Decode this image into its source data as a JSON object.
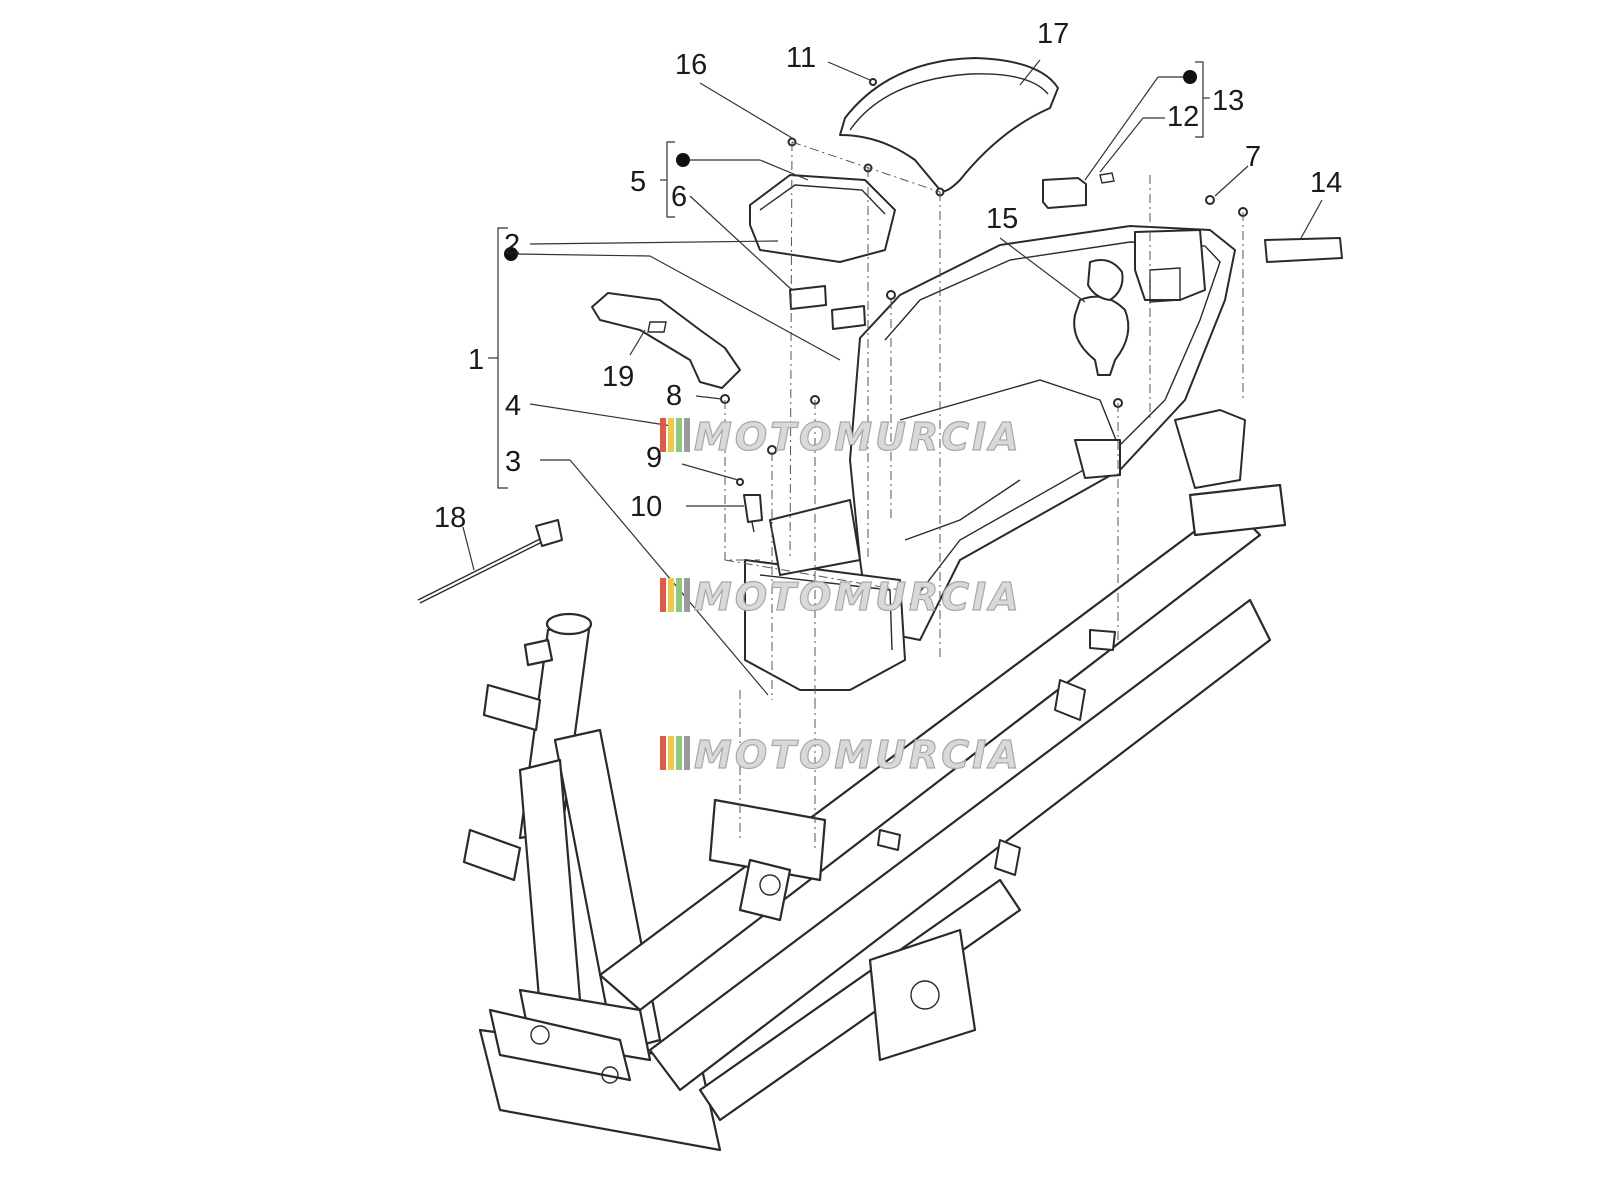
{
  "callouts": [
    "1",
    "2",
    "3",
    "4",
    "5",
    "6",
    "7",
    "8",
    "9",
    "10",
    "11",
    "12",
    "13",
    "14",
    "15",
    "16",
    "17",
    "18",
    "19"
  ],
  "watermark": {
    "text": "MOTOMURCIA",
    "stripe_colors": [
      "#e05a4a",
      "#f0c84a",
      "#8cc87a",
      "#9a9a9a"
    ]
  },
  "colors": {
    "line": "#2a2a2a",
    "background": "#ffffff"
  }
}
